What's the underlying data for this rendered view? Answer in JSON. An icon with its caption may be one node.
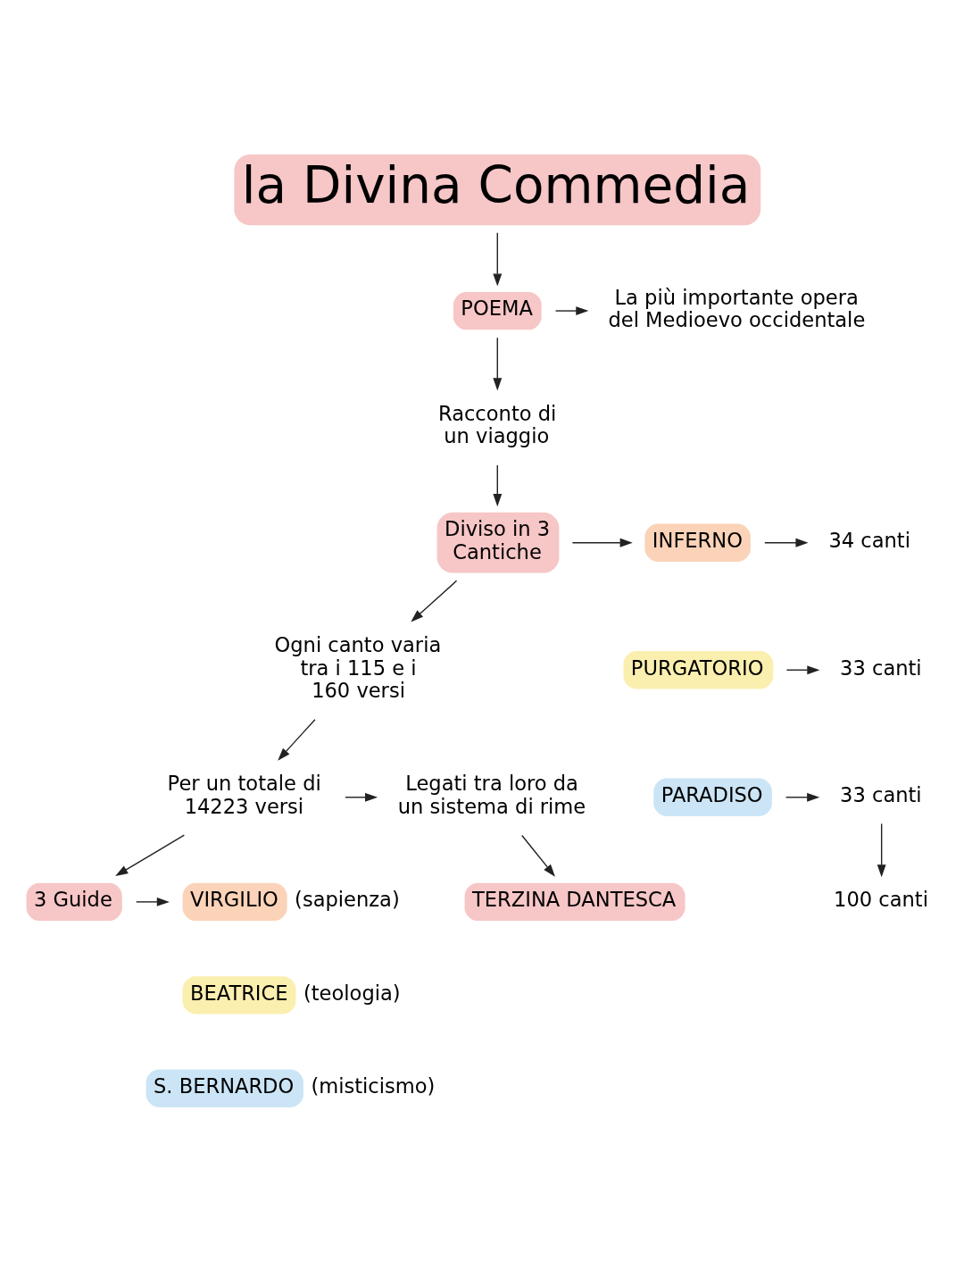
{
  "diagram": {
    "nodes": [
      {
        "text": [
          "la Divina Commedia"
        ]
      },
      {
        "text": [
          "POEMA"
        ]
      },
      {
        "text": [
          "La più importante opera del Medioevo occidentale"
        ]
      },
      {
        "text": [
          "Racconto di un viaggio"
        ]
      },
      {
        "text": [
          "Diviso in 3 Cantiche"
        ]
      },
      {
        "text": [
          "INFERNO"
        ]
      },
      {
        "text": [
          "34 canti"
        ]
      },
      {
        "text": [
          "PURGATORIO"
        ]
      },
      {
        "text": [
          "33 canti"
        ]
      },
      {
        "text": [
          "PARADISO"
        ]
      },
      {
        "text": [
          "33 canti"
        ]
      },
      {
        "text": [
          "100 canti"
        ]
      },
      {
        "text": [
          "Ogni canto varia tra i 115 e i 160 versi"
        ]
      },
      {
        "text": [
          "Per un totale di 14223 versi"
        ]
      },
      {
        "text": [
          "Legati tra loro da un sistema di rime"
        ]
      },
      {
        "text": [
          "TERZINA DANTESCA"
        ]
      },
      {
        "text": [
          "3 Guide"
        ]
      },
      {
        "text": [
          "VIRGILIO"
        ],
        "beside": [
          "(sapienza)"
        ]
      },
      {
        "text": [
          "BEATRICE"
        ],
        "beside": [
          "(teologia)"
        ]
      },
      {
        "text": [
          "S. BERNARDO"
        ],
        "beside": [
          "(misticismo)"
        ]
      }
    ],
    "edges": [
      {
        "from": 0,
        "to": 1,
        "arrow": "to"
      },
      {
        "from": 1,
        "to": 2,
        "arrow": "to"
      },
      {
        "from": 1,
        "to": 3,
        "arrow": "to"
      },
      {
        "from": 3,
        "to": 4,
        "arrow": "to"
      },
      {
        "from": 4,
        "to": 5,
        "arrow": "to"
      },
      {
        "from": 5,
        "to": 6,
        "arrow": "to"
      },
      {
        "from": 7,
        "to": 8,
        "arrow": "to"
      },
      {
        "from": 9,
        "to": 10,
        "arrow": "to"
      },
      {
        "from": 10,
        "to": 11,
        "arrow": "to"
      },
      {
        "from": 4,
        "to": 12,
        "arrow": "to"
      },
      {
        "from": 12,
        "to": 13,
        "arrow": "to"
      },
      {
        "from": 13,
        "to": 14,
        "arrow": "to"
      },
      {
        "from": 14,
        "to": 15,
        "arrow": "to"
      },
      {
        "from": 13,
        "to": 16,
        "arrow": "to"
      },
      {
        "from": 16,
        "to": 17,
        "arrow": "to"
      }
    ]
  }
}
